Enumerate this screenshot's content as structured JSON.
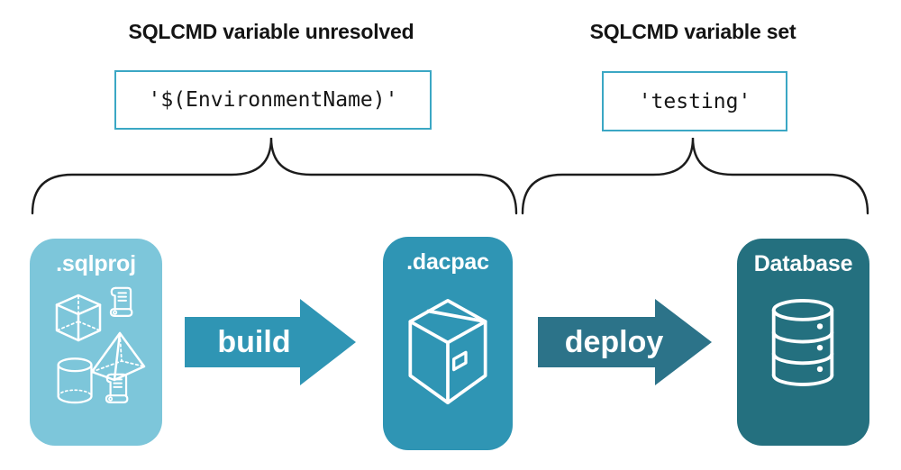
{
  "annotations": [
    {
      "heading": "SQLCMD variable unresolved",
      "code_value": "'$(EnvironmentName)'"
    },
    {
      "heading": "SQLCMD variable set",
      "code_value": "'testing'"
    }
  ],
  "pipeline": {
    "nodes": [
      {
        "label": ".sqlproj",
        "fill": "#7dc6da",
        "icon": "sql-project-objects-icon"
      },
      {
        "label": ".dacpac",
        "fill": "#2f95b4",
        "icon": "package-icon"
      },
      {
        "label": "Database",
        "fill": "#24707f",
        "icon": "database-icon"
      }
    ],
    "arrows": [
      {
        "label": "build",
        "fill": "#2f95b4"
      },
      {
        "label": "deploy",
        "fill": "#2c7389"
      }
    ]
  },
  "colors": {
    "code_box_border": "#3ba7c4",
    "brace_stroke": "#1c1c1c",
    "heading_text": "#141414",
    "icon_stroke": "#ffffff",
    "background": "#ffffff"
  }
}
